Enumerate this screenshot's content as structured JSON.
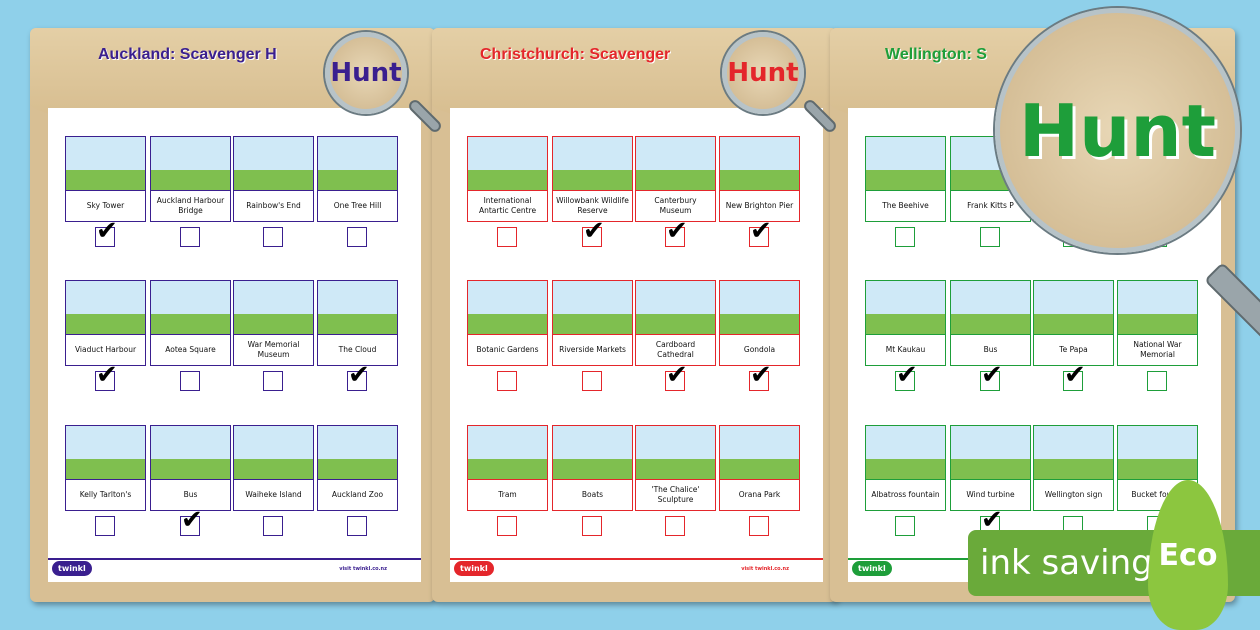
{
  "colors": {
    "auckland": "#3a1f8f",
    "christchurch": "#e4262b",
    "wellington": "#1e9e3a",
    "eco": "#6aaa3a"
  },
  "sheets": [
    {
      "key": "auckland",
      "title": "Auckland: Scavenger H",
      "magnifier": "Hunt",
      "logo": "twinkl",
      "url": "visit twinkl.co.nz",
      "items": [
        {
          "label": "Sky Tower",
          "checked": true
        },
        {
          "label": "Auckland Harbour Bridge",
          "checked": false
        },
        {
          "label": "Rainbow's End",
          "checked": false
        },
        {
          "label": "One Tree Hill",
          "checked": false
        },
        {
          "label": "Viaduct Harbour",
          "checked": true
        },
        {
          "label": "Aotea Square",
          "checked": false
        },
        {
          "label": "War Memorial Museum",
          "checked": false
        },
        {
          "label": "The Cloud",
          "checked": true
        },
        {
          "label": "Kelly Tarlton's",
          "checked": false
        },
        {
          "label": "Bus",
          "checked": true
        },
        {
          "label": "Waiheke Island",
          "checked": false
        },
        {
          "label": "Auckland Zoo",
          "checked": false
        }
      ]
    },
    {
      "key": "christchurch",
      "title": "Christchurch: Scavenger",
      "magnifier": "Hunt",
      "logo": "twinkl",
      "url": "visit twinkl.co.nz",
      "items": [
        {
          "label": "International Antartic Centre",
          "checked": false
        },
        {
          "label": "Willowbank Wildlife Reserve",
          "checked": true
        },
        {
          "label": "Canterbury Museum",
          "checked": true
        },
        {
          "label": "New Brighton Pier",
          "checked": true
        },
        {
          "label": "Botanic Gardens",
          "checked": false
        },
        {
          "label": "Riverside Markets",
          "checked": false
        },
        {
          "label": "Cardboard Cathedral",
          "checked": true
        },
        {
          "label": "Gondola",
          "checked": true
        },
        {
          "label": "Tram",
          "checked": false
        },
        {
          "label": "Boats",
          "checked": false
        },
        {
          "label": "'The Chalice' Sculpture",
          "checked": false
        },
        {
          "label": "Orana Park",
          "checked": false
        }
      ]
    },
    {
      "key": "wellington",
      "title": "Wellington: S",
      "magnifier": "Hunt",
      "logo": "twinkl",
      "url": "",
      "items": [
        {
          "label": "The Beehive",
          "checked": false
        },
        {
          "label": "Frank Kitts P",
          "checked": false
        },
        {
          "label": "",
          "checked": false
        },
        {
          "label": "",
          "checked": false
        },
        {
          "label": "Mt Kaukau",
          "checked": true
        },
        {
          "label": "Bus",
          "checked": true
        },
        {
          "label": "Te Papa",
          "checked": true
        },
        {
          "label": "National War Memorial",
          "checked": false
        },
        {
          "label": "Albatross fountain",
          "checked": false
        },
        {
          "label": "Wind turbine",
          "checked": true
        },
        {
          "label": "Wellington sign",
          "checked": false
        },
        {
          "label": "Bucket founta",
          "checked": false
        }
      ]
    }
  ],
  "badge": {
    "text": "ink saving",
    "leaf": "Eco"
  }
}
